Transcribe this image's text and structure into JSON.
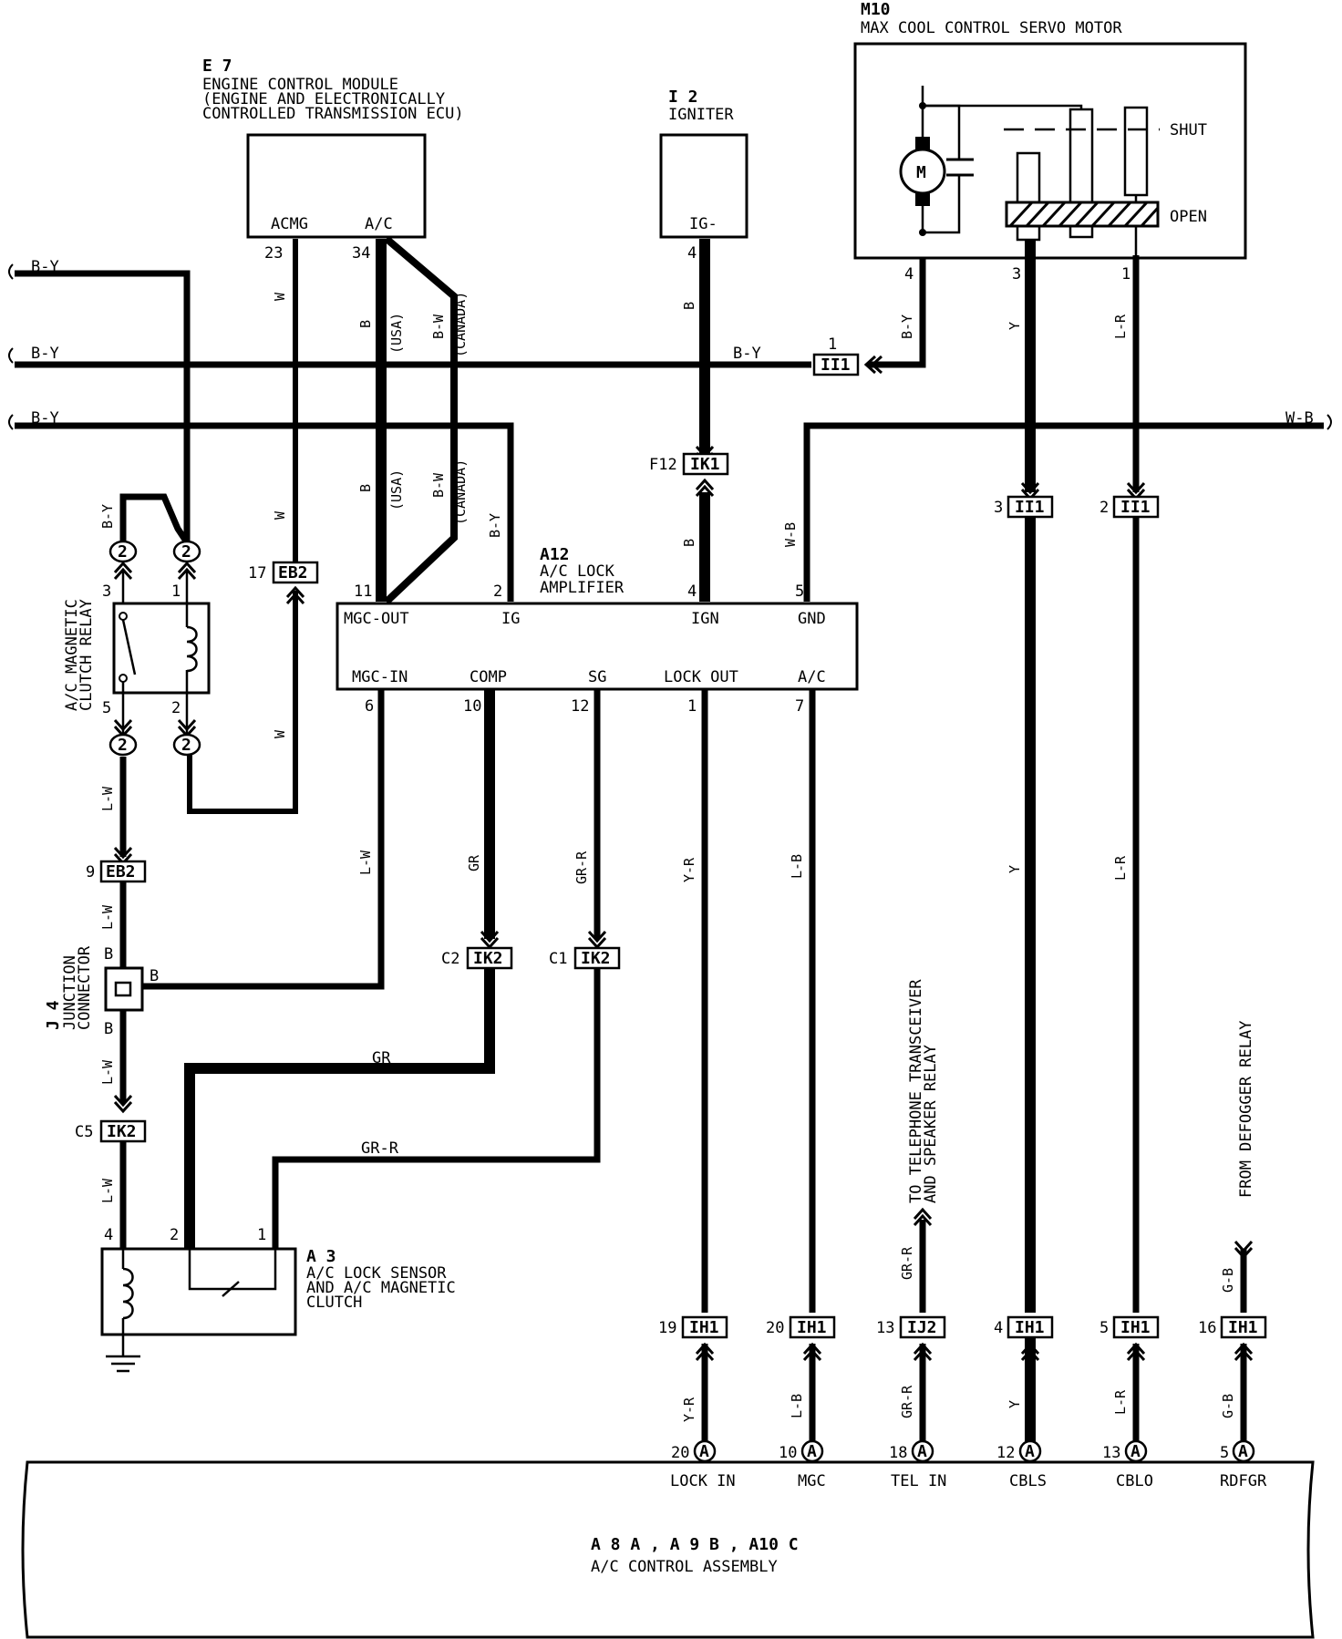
{
  "components": {
    "e7": {
      "id": "E 7",
      "name": "ENGINE CONTROL MODULE",
      "desc1": "(ENGINE AND ELECTRONICALLY",
      "desc2": " CONTROLLED TRANSMISSION ECU)",
      "pin_acmg": "ACMG",
      "pin_ac": "A/C",
      "num_23": "23",
      "num_34": "34"
    },
    "i2": {
      "id": "I 2",
      "name": "IGNITER",
      "pin_ig": "IG-",
      "num_4": "4"
    },
    "m10": {
      "id": "M10",
      "name": "MAX COOL CONTROL SERVO MOTOR",
      "motor": "M",
      "shut": "SHUT",
      "open": "OPEN",
      "num_4": "4",
      "num_3": "3",
      "num_1": "1"
    },
    "a12": {
      "id": "A12",
      "name1": "A/C LOCK",
      "name2": "AMPLIFIER",
      "pins_top": [
        "MGC-OUT",
        "IG",
        "IGN",
        "GND"
      ],
      "pins_bottom": [
        "MGC-IN",
        "COMP",
        "SG",
        "LOCK OUT",
        "A/C"
      ],
      "nums_top": [
        "11",
        "2",
        "4",
        "5"
      ],
      "nums_bottom": [
        "6",
        "10",
        "12",
        "1",
        "7"
      ]
    },
    "relay": {
      "name1": "A/C MAGNETIC",
      "name2": "CLUTCH RELAY",
      "num_3": "3",
      "num_1": "1",
      "num_5": "5",
      "num_2": "2"
    },
    "j4": {
      "id": "J 4",
      "name1": "JUNCTION",
      "name2": "CONNECTOR",
      "pin": "B"
    },
    "a3": {
      "id": "A 3",
      "name1": "A/C LOCK SENSOR",
      "name2": "AND A/C MAGNETIC",
      "name3": "CLUTCH",
      "num_4": "4",
      "num_2": "2",
      "num_1": "1"
    },
    "ac_control": {
      "line1": "A 8 A , A 9 B , A10 C",
      "name": "A/C CONTROL ASSEMBLY",
      "pins": [
        "LOCK IN",
        "MGC",
        "TEL IN",
        "CBLS",
        "CBLO",
        "RDFGR"
      ],
      "nums": [
        "20",
        "10",
        "18",
        "12",
        "13",
        "5"
      ],
      "letter": "A"
    }
  },
  "connectors": {
    "ii1": "II1",
    "ik1": "IK1",
    "eb2": "EB2",
    "ik2": "IK2",
    "ih1": "IH1",
    "ij2": "IJ2",
    "relay_plug": "2",
    "pin_ii1_1": "1",
    "pin_ii1_3": "3",
    "pin_ii1_2": "2",
    "pin_f12": "F12",
    "pin_eb2_17": "17",
    "pin_eb2_9": "9",
    "pin_c2": "C2",
    "pin_c1": "C1",
    "pin_c5": "C5",
    "pin_ih1_19": "19",
    "pin_ih1_20": "20",
    "pin_ij2_13": "13",
    "pin_ih1_4": "4",
    "pin_ih1_5": "5",
    "pin_ih1_16": "16"
  },
  "wires": {
    "b_y": "B-Y",
    "w_b": "W-B",
    "w": "W",
    "b": "B",
    "b_w": "B-W",
    "usa": "(USA)",
    "canada": "(CANADA)",
    "y": "Y",
    "l_r": "L-R",
    "l_w": "L-W",
    "gr": "GR",
    "gr_r": "GR-R",
    "y_r": "Y-R",
    "l_b": "L-B",
    "g_b": "G-B"
  },
  "notes": {
    "tel1": "TO TELEPHONE TRANSCEIVER",
    "tel2": "AND SPEAKER RELAY",
    "defog": "FROM DEFOGGER RELAY"
  }
}
